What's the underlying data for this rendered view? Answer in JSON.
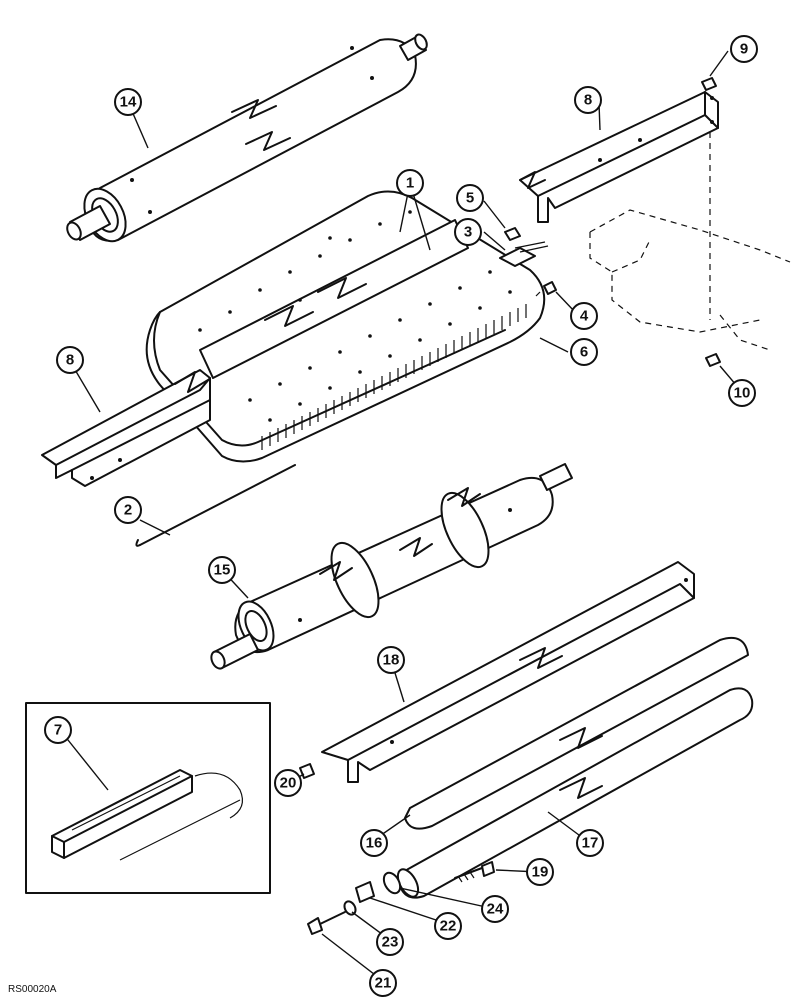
{
  "diagram": {
    "drawing_code": "RS00020A",
    "callouts": [
      {
        "id": "c1",
        "label": "1"
      },
      {
        "id": "c2",
        "label": "2"
      },
      {
        "id": "c3",
        "label": "3"
      },
      {
        "id": "c4",
        "label": "4"
      },
      {
        "id": "c5",
        "label": "5"
      },
      {
        "id": "c6",
        "label": "6"
      },
      {
        "id": "c7",
        "label": "7"
      },
      {
        "id": "c8a",
        "label": "8"
      },
      {
        "id": "c8b",
        "label": "8"
      },
      {
        "id": "c9",
        "label": "9"
      },
      {
        "id": "c10",
        "label": "10"
      },
      {
        "id": "c14",
        "label": "14"
      },
      {
        "id": "c15",
        "label": "15"
      },
      {
        "id": "c16",
        "label": "16"
      },
      {
        "id": "c17",
        "label": "17"
      },
      {
        "id": "c18",
        "label": "18"
      },
      {
        "id": "c19",
        "label": "19"
      },
      {
        "id": "c20",
        "label": "20"
      },
      {
        "id": "c21",
        "label": "21"
      },
      {
        "id": "c22",
        "label": "22"
      },
      {
        "id": "c23",
        "label": "23"
      },
      {
        "id": "c24",
        "label": "24"
      }
    ]
  }
}
